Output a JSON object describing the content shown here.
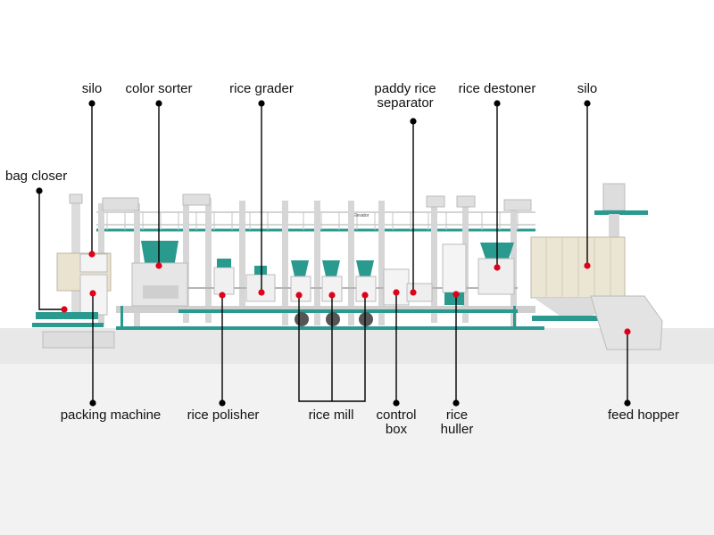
{
  "colors": {
    "machine_teal": "#2a9a8f",
    "frame": "#bdbdbd",
    "panel": "#e9e9e9",
    "floor": "#eeeeee",
    "leader": "#000000",
    "marker": "#e0001a"
  },
  "labels": {
    "silo_left": "silo",
    "color_sorter": "color sorter",
    "rice_grader": "rice grader",
    "paddy_separator": "paddy rice\nseparator",
    "rice_destoner": "rice destoner",
    "silo_right": "silo",
    "bag_closer": "bag closer",
    "packing_machine": "packing machine",
    "rice_polisher": "rice polisher",
    "rice_mill": "rice mill",
    "control_box": "control\nbox",
    "rice_huller": "rice\nhuller",
    "feed_hopper": "feed hopper"
  },
  "machine_text": {
    "elevator_sign": "Elevator"
  }
}
